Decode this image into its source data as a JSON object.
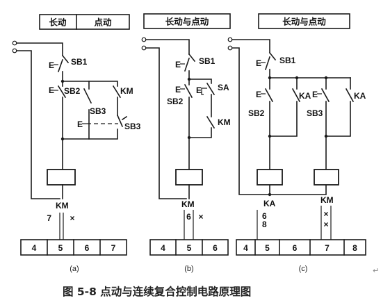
{
  "circuit_a": {
    "header": [
      "长动",
      "点动"
    ],
    "labels": {
      "sb1": "SB1",
      "sb2": "SB2",
      "sb3": "SB3",
      "sb3b": "SB3",
      "km_contact": "KM",
      "km_coil": "KM",
      "km_contact_mark": "7",
      "cross": "×",
      "e1": "E",
      "e2": "E",
      "e3": "E"
    },
    "table": [
      "4",
      "5",
      "6",
      "7"
    ],
    "sublabel": "(a)"
  },
  "circuit_b": {
    "header": "长动与点动",
    "labels": {
      "sb1": "SB1",
      "sb2": "SB2",
      "sa": "SA",
      "km_contact": "KM",
      "km_coil": "KM",
      "km_contact_mark": "6",
      "cross": "×",
      "e1": "E",
      "e2": "E",
      "e3": "E"
    },
    "table": [
      "4",
      "5",
      "6"
    ],
    "sublabel": "(b)"
  },
  "circuit_c": {
    "header": "长动与点动",
    "labels": {
      "sb1": "SB1",
      "sb2": "SB2",
      "sb3": "SB3",
      "ka1": "KA",
      "ka2": "KA",
      "ka_coil": "KA",
      "km_coil": "KM",
      "mark_top": "6",
      "mark_bottom": "8",
      "cross1": "×",
      "cross2": "×",
      "e1": "E",
      "e2": "E",
      "e3": "E"
    },
    "table": [
      "4",
      "5",
      "6",
      "7",
      "8"
    ],
    "sublabel": "(c)"
  },
  "caption": "图 5-8  点动与连续复合控制电路原理图",
  "caption_mark": "↵"
}
